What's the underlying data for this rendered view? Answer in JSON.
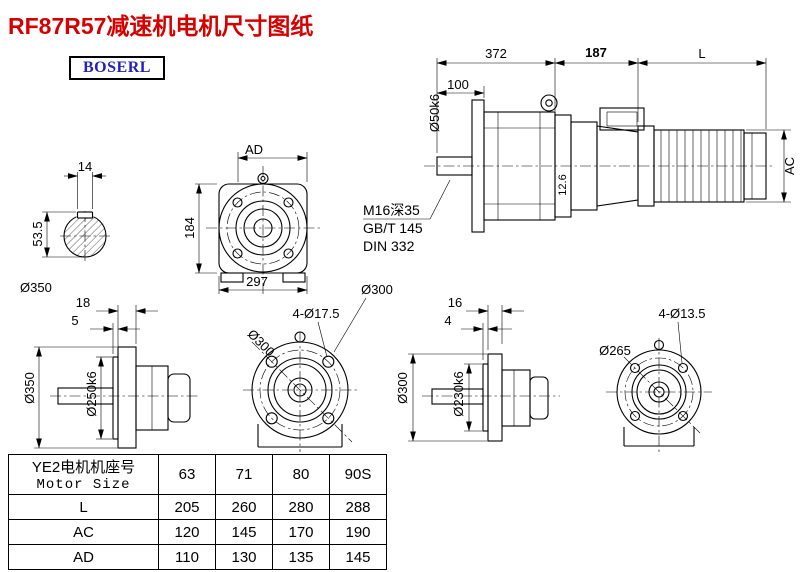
{
  "page": {
    "title": "RF87R57减速机电机尺寸图纸",
    "brand": "BOSERL"
  },
  "assembly_view": {
    "dim_372": "372",
    "dim_187": "187",
    "dim_l": "L",
    "dim_100": "100",
    "dim_shaft": "Ø50k6",
    "dim_step": "12.6",
    "dim_ac": "AC",
    "note_thread": "M16深35",
    "note_gb": "GB/T 145",
    "note_din": "DIN 332"
  },
  "shaft_section": {
    "dim_key_width": "14",
    "dim_key_height": "53.5",
    "dim_flange": "Ø350"
  },
  "front_view": {
    "dim_ad": "AD",
    "dim_184": "184",
    "dim_297": "297"
  },
  "side_view_large": {
    "dim_18": "18",
    "dim_5": "5",
    "dim_od": "Ø350",
    "dim_spigot": "Ø250k6"
  },
  "flange_view_large": {
    "dim_od": "Ø300",
    "dim_holes": "4-Ø17.5",
    "dim_bc": "Ø300"
  },
  "side_view_small": {
    "dim_16": "16",
    "dim_4": "4",
    "dim_od": "Ø300",
    "dim_spigot": "Ø230k6"
  },
  "flange_view_small": {
    "dim_bc": "Ø265",
    "dim_holes": "4-Ø13.5"
  },
  "table": {
    "header_label_cn": "YE2电机机座号",
    "header_label_en": "Motor Size",
    "sizes": [
      "63",
      "71",
      "80",
      "90S"
    ],
    "rows": [
      {
        "label": "L",
        "values": [
          "205",
          "260",
          "280",
          "288"
        ]
      },
      {
        "label": "AC",
        "values": [
          "120",
          "145",
          "170",
          "190"
        ]
      },
      {
        "label": "AD",
        "values": [
          "110",
          "130",
          "135",
          "145"
        ]
      }
    ]
  },
  "colors": {
    "title": "#d60000",
    "brand": "#2222bb",
    "line": "#000000"
  }
}
